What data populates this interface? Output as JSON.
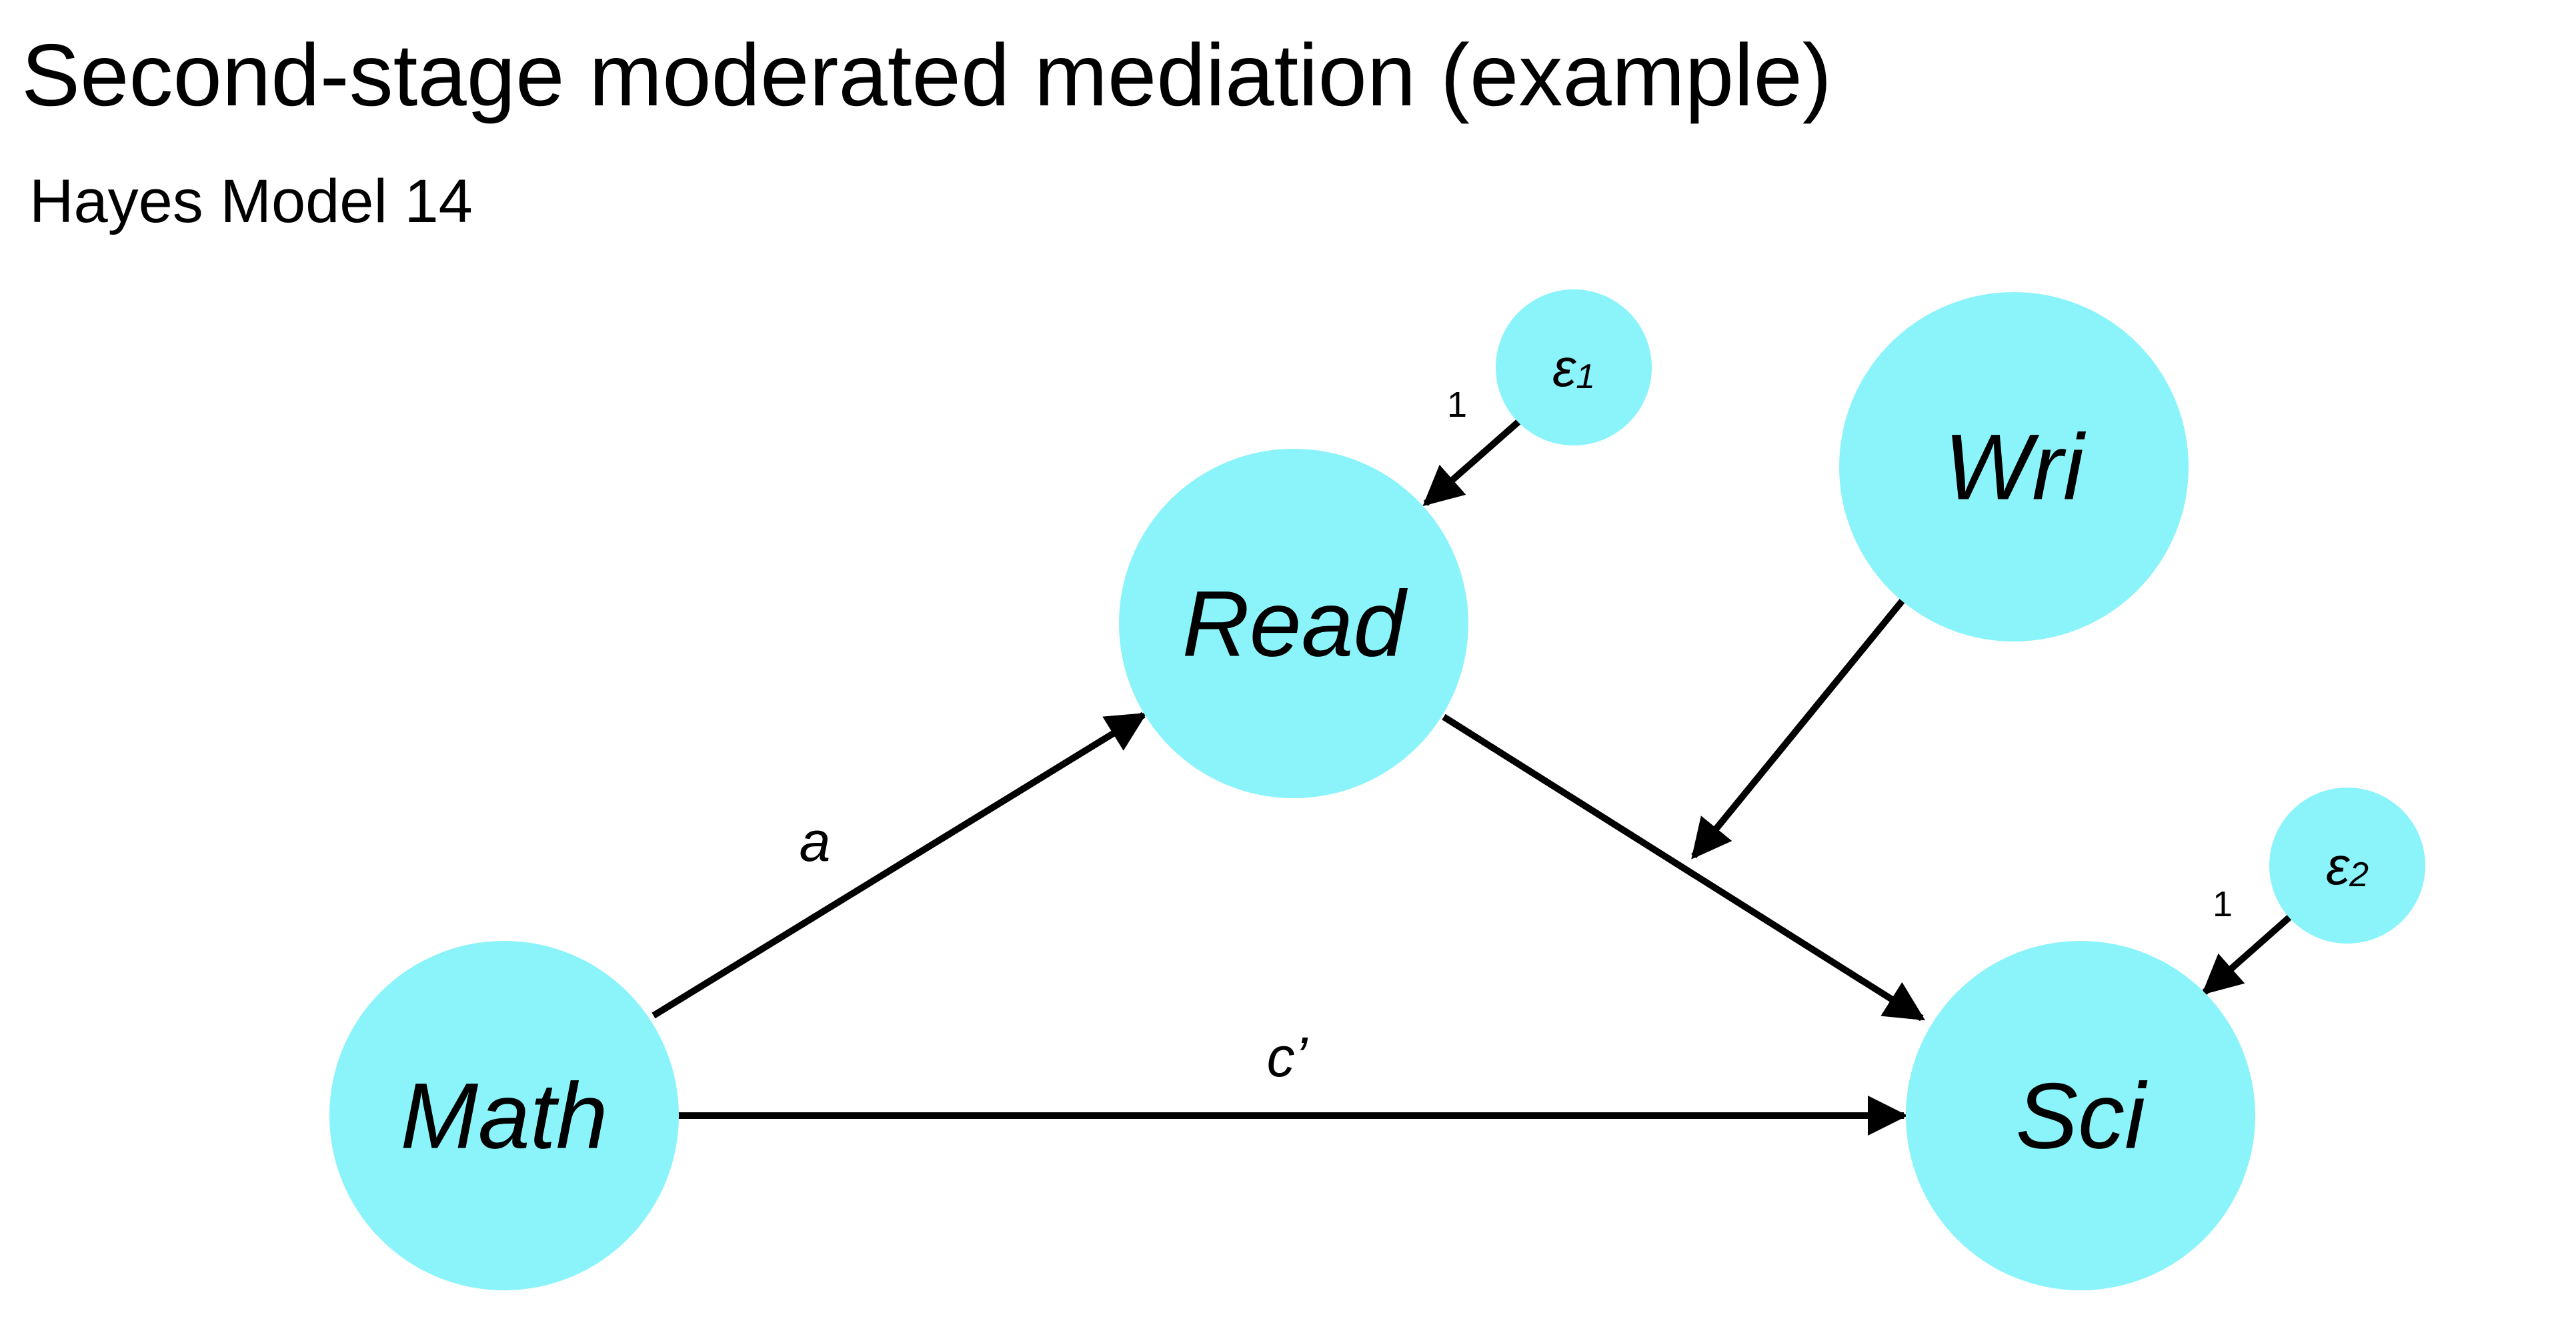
{
  "title": "Second-stage moderated mediation (example)",
  "subtitle": "Hayes Model 14",
  "colors": {
    "node_fill": "#8af4fa",
    "edge": "#000000",
    "text": "#000000"
  },
  "nodes": {
    "math": {
      "label": "Math"
    },
    "read": {
      "label": "Read"
    },
    "wri": {
      "label": "Wri"
    },
    "sci": {
      "label": "Sci"
    },
    "e1": {
      "symbol": "ε",
      "subscript": "1"
    },
    "e2": {
      "symbol": "ε",
      "subscript": "2"
    }
  },
  "edges": {
    "math_read": {
      "label": "a"
    },
    "math_sci": {
      "label": "c’"
    },
    "read_sci": {
      "label": ""
    },
    "wri_path": {
      "label": ""
    },
    "e1_read": {
      "label": "1"
    },
    "e2_sci": {
      "label": "1"
    }
  }
}
